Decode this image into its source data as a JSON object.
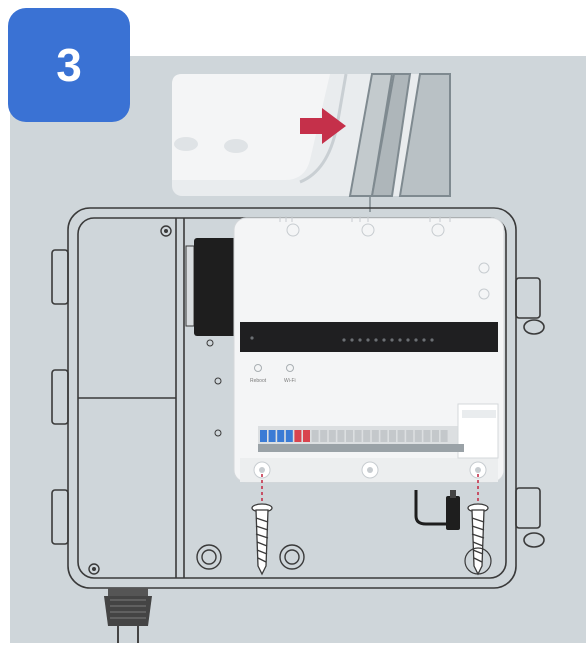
{
  "step": {
    "number": "3"
  },
  "controller": {
    "button_labels": [
      "Reboot",
      "Wi-Fi"
    ],
    "led_count": 12,
    "terminal_colors": [
      "#3a7bd5",
      "#3a7bd5",
      "#3a7bd5",
      "#3a7bd5",
      "#d9434e",
      "#d9434e"
    ],
    "terminal_gray_count": 16
  },
  "colors": {
    "badge": "#3a72d4",
    "background": "#cfd6da",
    "arrow": "#c5304a",
    "enclosure_line": "#3a3a3a",
    "screw_guide": "#c5304a"
  },
  "icons": [
    "arrow-right-icon",
    "screw-icon",
    "cable-gland-icon",
    "power-cable-icon"
  ]
}
